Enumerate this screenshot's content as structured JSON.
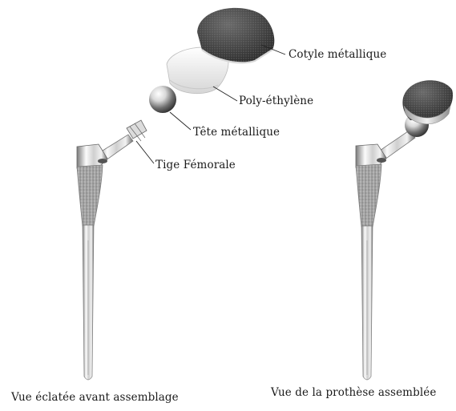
{
  "labels": {
    "cotyle": "Cotyle métallique",
    "polyethylene": "Poly-éthylène",
    "tete": "Tête métallique",
    "tige": "Tige Fémorale"
  },
  "captions": {
    "exploded": "Vue éclatée avant assemblage",
    "assembled": "Vue de la prothèse assemblée"
  },
  "colors": {
    "porous_coating": "#a9a9a9",
    "metal_light": "#f4f4f4",
    "metal_dark": "#6d6d6d",
    "shell_dark": "#3a3a3a",
    "polyethylene": "#f2f2f2",
    "text": "#1a1a1a"
  }
}
